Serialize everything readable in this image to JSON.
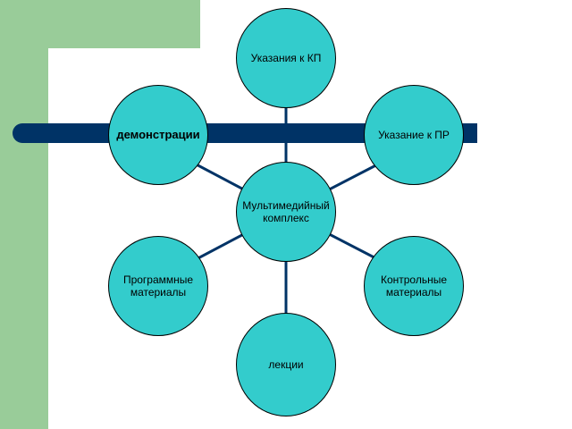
{
  "diagram": {
    "center": "Мультимедийный\nкомплекс",
    "top": "Указания к КП",
    "top_left": "демонстрации",
    "top_right": "Указание к ПР",
    "bottom_left": "Программные\nматериалы",
    "bottom_right": "Контрольные\nматериалы",
    "bottom": "лекции"
  },
  "colors": {
    "node_fill": "#33cccc",
    "band": "#003366",
    "accent_green": "#99cc99"
  }
}
